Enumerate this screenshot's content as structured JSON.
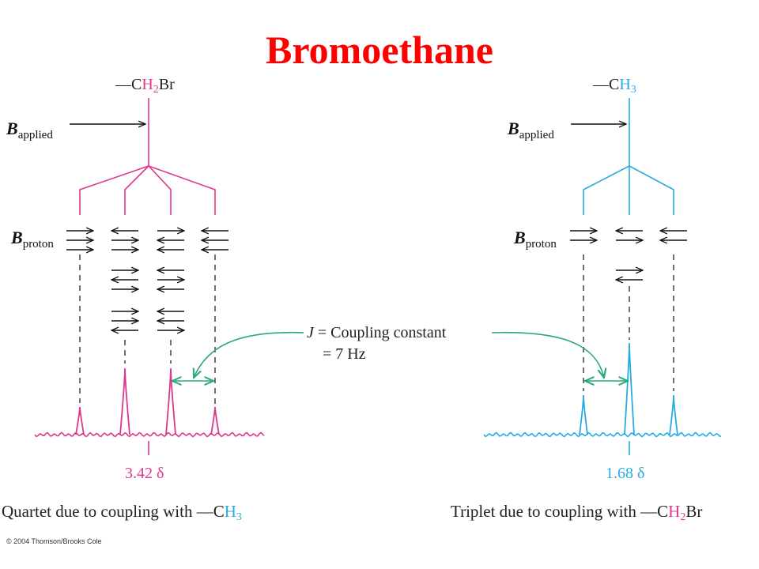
{
  "title": "Bromoethane",
  "colors": {
    "title": "#ff0000",
    "ch2": "#e0368e",
    "ch3": "#29abe2",
    "coupling": "#2aa876",
    "text": "#222222"
  },
  "left_group": {
    "dash": "—",
    "prefix": "C",
    "h": "H",
    "sub": "2",
    "suffix": "Br"
  },
  "right_group": {
    "dash": "—",
    "prefix": "C",
    "h": "H",
    "sub": "3"
  },
  "b_applied": {
    "b": "B",
    "sub": "applied"
  },
  "b_proton": {
    "b": "B",
    "sub": "proton"
  },
  "coupling": {
    "line1_j": "J",
    "line1_rest": " = Coupling constant",
    "line2": "= 7 Hz"
  },
  "left_delta": "3.42 δ",
  "right_delta": "1.68 δ",
  "left_caption": {
    "text": "Quartet due to coupling with ",
    "dash": "—",
    "prefix": "C",
    "h": "H",
    "sub": "3"
  },
  "right_caption": {
    "text": "Triplet due to coupling with ",
    "dash": "—",
    "prefix": "C",
    "h": "H",
    "sub": "2",
    "suffix": "Br"
  },
  "copyright": "© 2004 Thomson/Brooks Cole"
}
